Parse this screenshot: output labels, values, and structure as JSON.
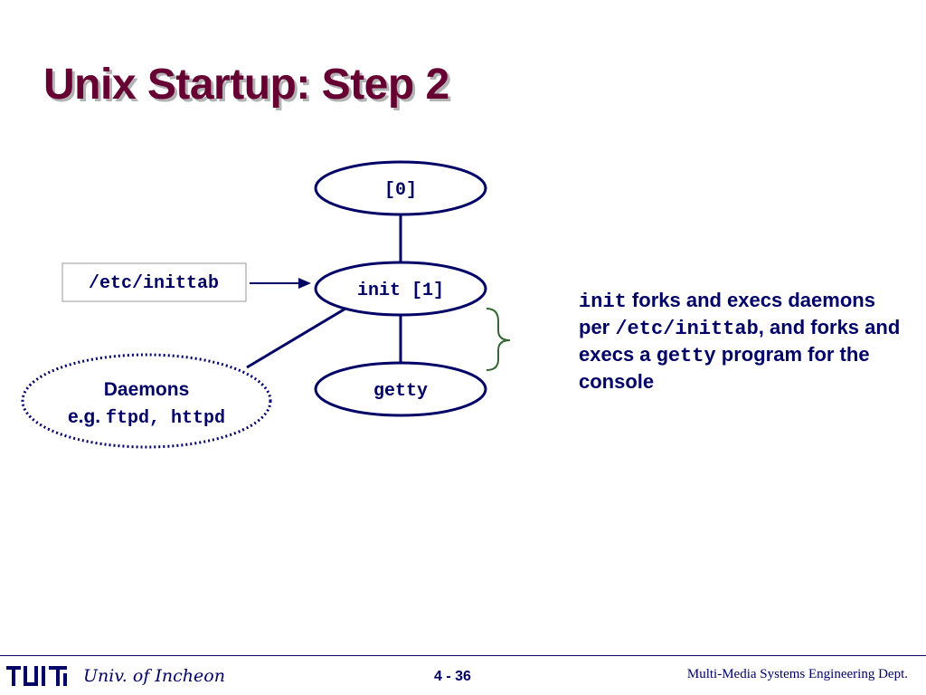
{
  "slide": {
    "title": "Unix Startup: Step 2"
  },
  "diagram": {
    "nodes": {
      "root": "[0]",
      "init": "init [1]",
      "getty": "getty",
      "inittab": "/etc/inittab",
      "daemons_label": "Daemons",
      "daemons_prefix": "e.g. ",
      "daemons_examples": "ftpd, httpd"
    }
  },
  "description": {
    "code_init": "init",
    "text_1": " forks and execs daemons per ",
    "code_inittab": "/etc/inittab",
    "text_2": ", and forks and execs a ",
    "code_getty": "getty",
    "text_3": " program for the console"
  },
  "footer": {
    "university": "Univ. of Incheon",
    "page_number": "4 - 36",
    "department": "Multi-Media Systems Engineering Dept."
  },
  "colors": {
    "title": "#660033",
    "diagram_ink": "#000066",
    "brace": "#336633"
  }
}
